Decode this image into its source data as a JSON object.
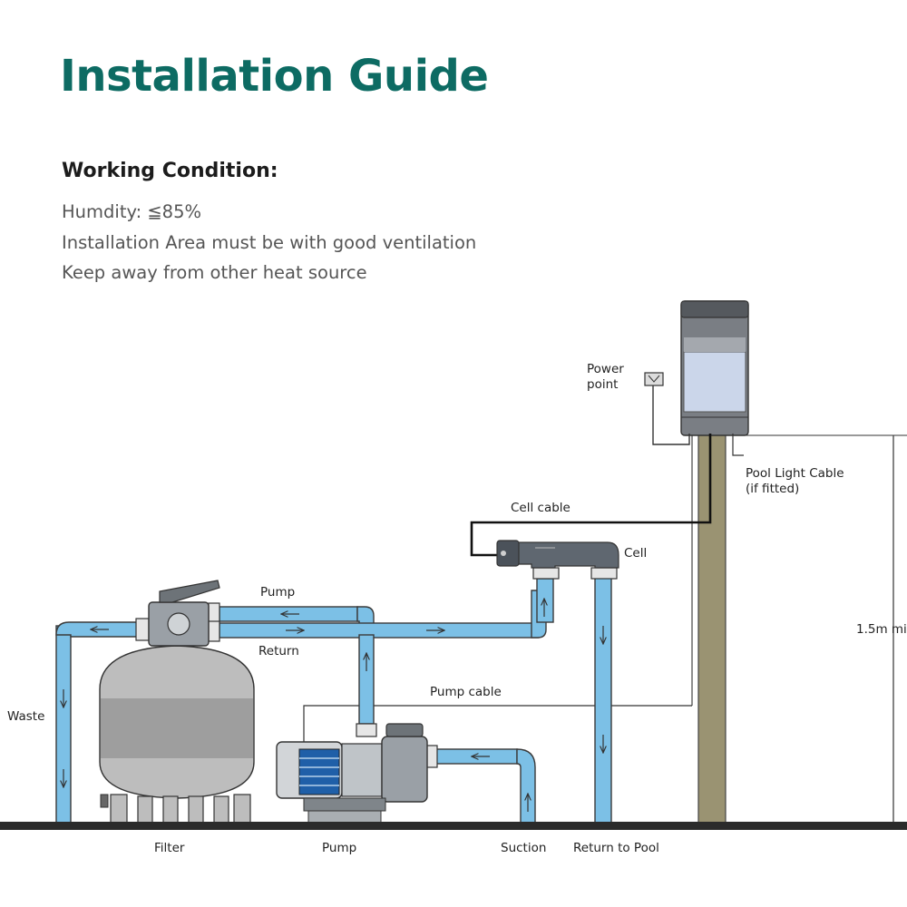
{
  "header": {
    "title": "Installation Guide"
  },
  "working_conditions": {
    "heading": "Working Condition:",
    "items": [
      "Humdity:  ≦85%",
      "Installation Area must be with good ventilation",
      "Keep away from other heat source"
    ]
  },
  "diagram": {
    "labels": {
      "power_point": [
        "Power",
        "point"
      ],
      "pool_light_cable": [
        "Pool Light Cable",
        "(if fitted)"
      ],
      "cell_cable": "Cell cable",
      "cell": "Cell",
      "pump_flow": "Pump",
      "return_flow": "Return",
      "pump_cable": "Pump cable",
      "waste": "Waste",
      "height": "1.5m mi",
      "filter": "Filter",
      "pump": "Pump",
      "suction": "Suction",
      "return_to_pool": "Return to Pool"
    },
    "colors": {
      "pipe": "#7cc0e6",
      "pipe_outline": "#3a3a3a",
      "ground": "#2b2b2b",
      "post": "#9a9372",
      "tank": "#bdbdbd",
      "tank_band": "#9e9e9e",
      "controller_window": "#cbd6ea",
      "controller_body": "#7a7e84",
      "cell_body": "#5f6770"
    }
  }
}
